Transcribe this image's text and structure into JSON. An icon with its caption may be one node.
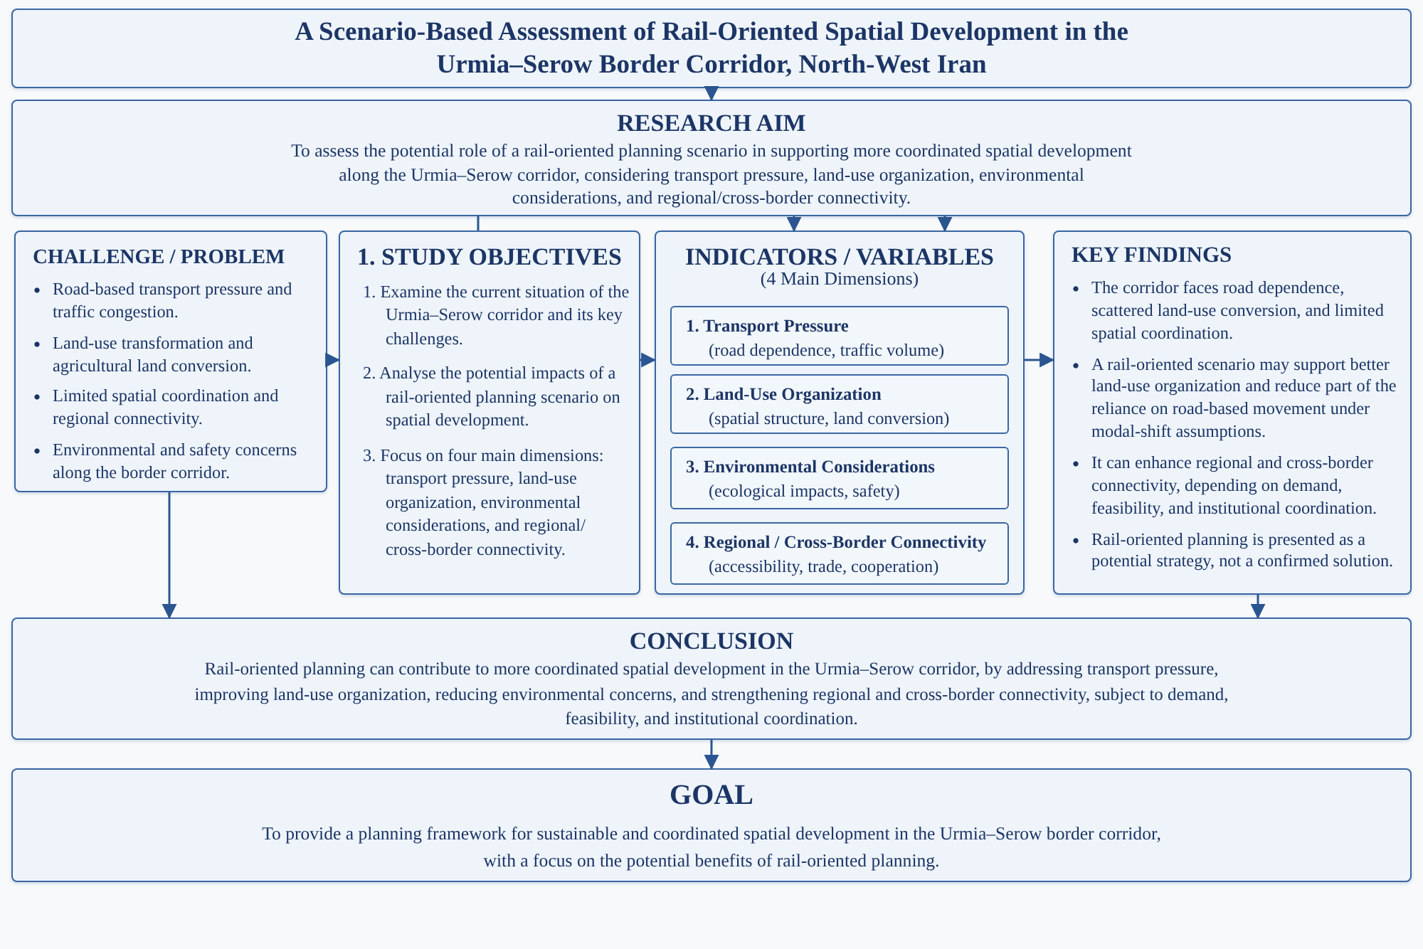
{
  "diagram": {
    "nodes": [
      {
        "text": [
          "A Scenario-Based Assessment of Rail-Oriented Spatial Development in the Urmia–Serow Border Corridor, North-West Iran"
        ]
      },
      {
        "text": [
          "RESEARCH AIM",
          "To assess the potential role of a rail-oriented planning scenario in supporting more coordinated spatial development along the Urmia–Serow corridor, considering transport pressure, land-use organization, environmental considerations, and regional/cross-border connectivity."
        ]
      },
      {
        "text": [
          "CHALLENGE / PROBLEM",
          "Road-based transport pressure and traffic congestion.",
          "Land-use transformation and agricultural land conversion.",
          "Limited spatial coordination and regional connectivity.",
          "Environmental and safety concerns along the border corridor."
        ]
      },
      {
        "text": [
          "1. STUDY OBJECTIVES",
          "1. Examine the current situation of the Urmia–Serow corridor and its key challenges.",
          "2. Analyse the potential impacts of a rail-oriented planning scenario on spatial development.",
          "3. Focus on four main dimensions: transport pressure, land-use organization, environmental considerations, and regional/ cross-border connectivity."
        ]
      },
      {
        "text": [
          "INDICATORS / VARIABLES",
          "(4 Main Dimensions)"
        ]
      },
      {
        "text": [
          "1. Transport Pressure",
          "(road dependence, traffic volume)"
        ],
        "in": 4
      },
      {
        "text": [
          "2. Land-Use Organization",
          "(spatial structure, land conversion)"
        ],
        "in": 4
      },
      {
        "text": [
          "3. Environmental Considerations",
          "(ecological impacts, safety)"
        ],
        "in": 4
      },
      {
        "text": [
          "4. Regional / Cross-Border Connectivity",
          "(accessibility, trade, cooperation)"
        ],
        "in": 4
      },
      {
        "text": [
          "KEY FINDINGS",
          "The corridor faces road dependence, scattered land-use conversion, and limited spatial coordination.",
          "A rail-oriented scenario may support better land-use organization and reduce part of the reliance on road-based movement under modal-shift assumptions.",
          "It can enhance regional and cross-border connectivity, depending on demand, feasibility, and institutional coordination.",
          "Rail-oriented planning is presented as a potential strategy, not a confirmed solution."
        ]
      },
      {
        "text": [
          "CONCLUSION",
          "Rail-oriented planning can contribute to more coordinated spatial development in the Urmia–Serow corridor, by addressing transport pressure, improving land-use organization, reducing environmental concerns, and strengthening regional and cross-border connectivity, subject to demand, feasibility, and institutional coordination."
        ]
      },
      {
        "text": [
          "GOAL",
          "To provide a planning framework for sustainable and coordinated spatial development in the Urmia–Serow border corridor, with a focus on the potential benefits of rail-oriented planning."
        ]
      }
    ],
    "edges": [
      {
        "from": 0,
        "to": 1,
        "arrow": "to"
      },
      {
        "from": 1,
        "to": 3,
        "arrow": "none"
      },
      {
        "from": 1,
        "to": 4,
        "arrow": "to"
      },
      {
        "from": 1,
        "to": 4,
        "arrow": "to"
      },
      {
        "from": 2,
        "to": 3,
        "arrow": "to"
      },
      {
        "from": 3,
        "to": 4,
        "arrow": "to"
      },
      {
        "from": 4,
        "to": 9,
        "arrow": "to"
      },
      {
        "from": 2,
        "to": 10,
        "arrow": "to"
      },
      {
        "from": 9,
        "to": 10,
        "arrow": "to"
      },
      {
        "from": 10,
        "to": 11,
        "arrow": "to"
      }
    ]
  }
}
